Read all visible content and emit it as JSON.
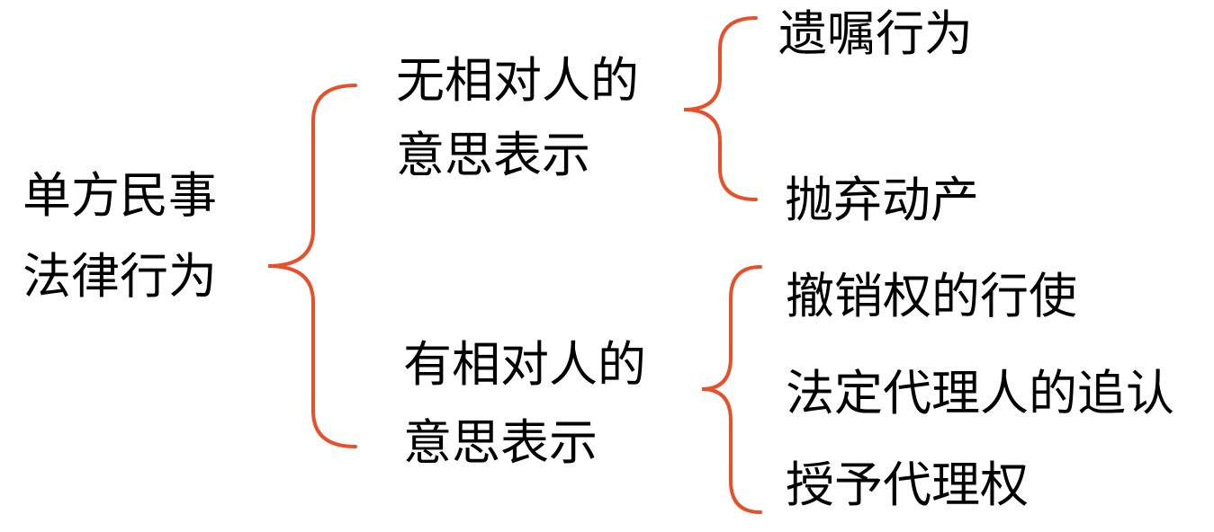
{
  "root": {
    "line1": "单方民事",
    "line2": "法律行为"
  },
  "branches": [
    {
      "line1": "无相对人的",
      "line2": "意思表示",
      "leaves": [
        "遗嘱行为",
        "抛弃动产"
      ]
    },
    {
      "line1": "有相对人的",
      "line2": "意思表示",
      "leaves": [
        "撤销权的行使",
        "法定代理人的追认",
        "授予代理权"
      ]
    }
  ],
  "colors": {
    "brace": "#E5512B",
    "text": "#000000"
  }
}
